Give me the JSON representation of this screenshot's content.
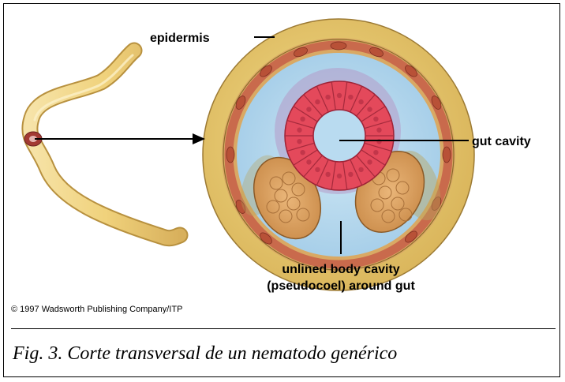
{
  "labels": {
    "epidermis": "epidermis",
    "gut_cavity": "gut cavity",
    "body_cavity_line1": "unlined body cavity",
    "body_cavity_line2": "(pseudocoel) around gut"
  },
  "copyright": "© 1997 Wadsworth Publishing Company/ITP",
  "caption": "Fig. 3. Corte transversal de un nematodo genérico",
  "colors": {
    "worm": "#f0d68a",
    "epidermis": "#e8cf6e",
    "muscle": "#c96a4c",
    "pseudocoel": "#a9d3ec",
    "gut": "#e0485a",
    "gut_lumen": "#b7d9ef",
    "gonad": "#d69a5b"
  }
}
